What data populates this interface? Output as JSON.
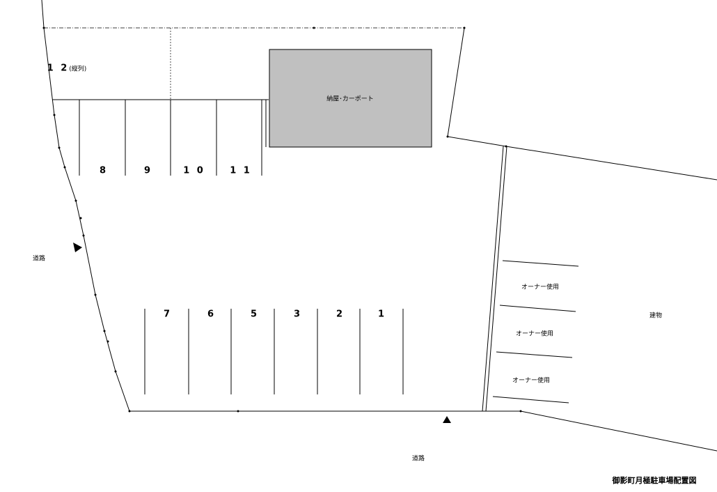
{
  "title": "御影町月極駐車場配置図",
  "building_label": "納屋･カーポート",
  "neighbor_label": "建物",
  "road_labels": [
    "道路",
    "道路"
  ],
  "stalls_top": [
    "8",
    "9",
    "1 0",
    "1 1"
  ],
  "stall_12": {
    "number": "1 2",
    "note": "(縦列)"
  },
  "stalls_bottom": [
    "7",
    "6",
    "5",
    "3",
    "2",
    "1"
  ],
  "owner_labels": [
    "オーナー使用",
    "オーナー使用",
    "オーナー使用"
  ],
  "colors": {
    "building_fill": "#c0c0c0",
    "line": "#000000"
  }
}
